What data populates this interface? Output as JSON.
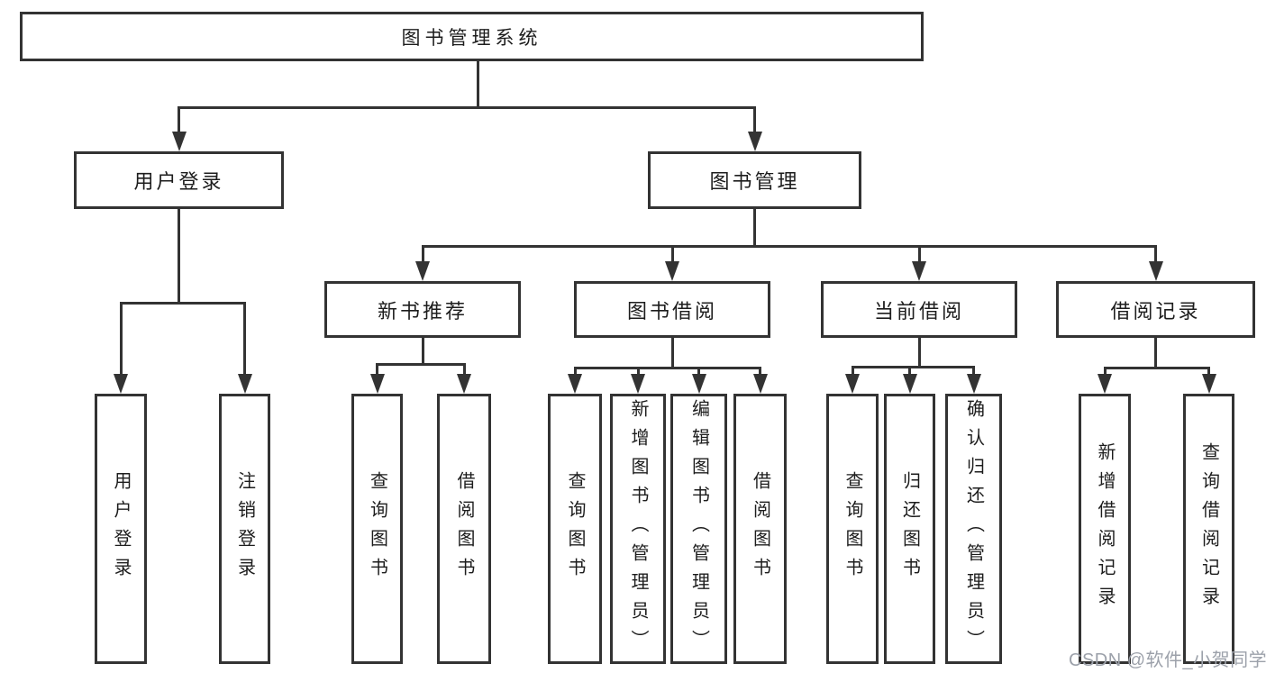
{
  "diagram": {
    "root": {
      "label": "图书管理系统"
    },
    "level2": [
      {
        "label": "用户登录"
      },
      {
        "label": "图书管理"
      }
    ],
    "level3": [
      {
        "label": "新书推荐",
        "parent": "图书管理"
      },
      {
        "label": "图书借阅",
        "parent": "图书管理"
      },
      {
        "label": "当前借阅",
        "parent": "图书管理"
      },
      {
        "label": "借阅记录",
        "parent": "图书管理"
      }
    ],
    "level4": [
      {
        "label": "用户登录",
        "parent": "用户登录"
      },
      {
        "label": "注销登录",
        "parent": "用户登录"
      },
      {
        "label": "查询图书",
        "parent": "新书推荐"
      },
      {
        "label": "借阅图书",
        "parent": "新书推荐"
      },
      {
        "label": "查询图书",
        "parent": "图书借阅"
      },
      {
        "label": "新增图书（管理员）",
        "parent": "图书借阅"
      },
      {
        "label": "编辑图书（管理员）",
        "parent": "图书借阅"
      },
      {
        "label": "借阅图书",
        "parent": "图书借阅"
      },
      {
        "label": "查询图书",
        "parent": "当前借阅"
      },
      {
        "label": "归还图书",
        "parent": "当前借阅"
      },
      {
        "label": "确认归还（管理员）",
        "parent": "当前借阅"
      },
      {
        "label": "新增借阅记录",
        "parent": "借阅记录"
      },
      {
        "label": "查询借阅记录",
        "parent": "借阅记录"
      }
    ],
    "watermark": "CSDN @软件_小贺同学",
    "colors": {
      "line": "#333333",
      "text": "#1d1d1d",
      "background": "#ffffff",
      "watermark": "#9ca1aa"
    }
  }
}
